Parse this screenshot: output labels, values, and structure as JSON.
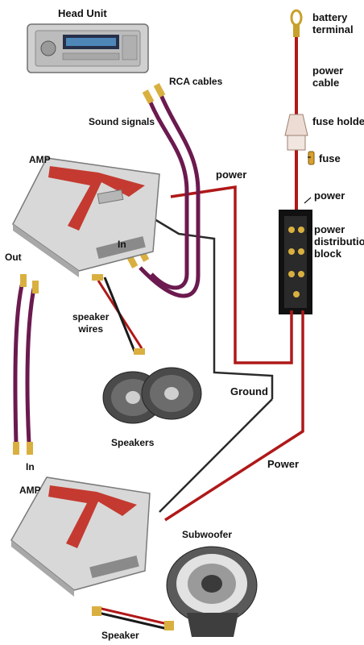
{
  "labels": {
    "head_unit": "Head Unit",
    "rca_cables": "RCA cables",
    "sound_signals": "Sound signals",
    "amp_top": "AMP",
    "power_top": "power",
    "in_top": "In",
    "out": "Out",
    "speaker_wires": "speaker\nwires",
    "speakers": "Speakers",
    "ground": "Ground",
    "in_bottom": "In",
    "amp_bottom": "AMP",
    "power_bottom": "Power",
    "subwoofer": "Subwoofer",
    "speaker": "Speaker",
    "battery_terminal": "battery\nterminal",
    "power_cable": "power\ncable",
    "fuse_holder": "fuse holder",
    "fuse": "fuse",
    "power_right": "power",
    "power_distribution_block": "power\ndistribution\nblock"
  },
  "colors": {
    "rca": "#6b1a4f",
    "power": "#b01818",
    "ground": "#2a2a2a",
    "amp_body": "#d8d8d8",
    "amp_red": "#c43a30"
  }
}
